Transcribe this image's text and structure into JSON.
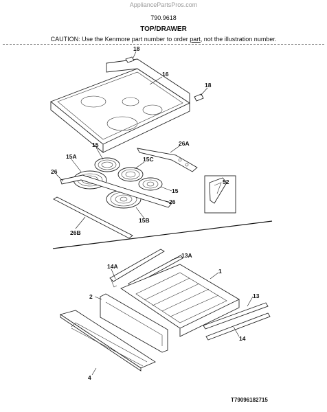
{
  "header": {
    "site": "AppliancePartsPros.com",
    "model_number": "790.9618",
    "section_title": "TOP/DRAWER",
    "caution_prefix": "CAUTION: Use the Kenmore part number to order ",
    "caution_link": "part",
    "caution_suffix": ", not the illustration number."
  },
  "callouts": {
    "c18a": "18",
    "c16": "16",
    "c18b": "18",
    "c26a": "26A",
    "c15a": "15",
    "c15A": "15A",
    "c15c": "15C",
    "c26a_left": "26",
    "c15b_right": "15",
    "c26_right": "26",
    "c52": "52",
    "c15b": "15B",
    "c26b": "26B",
    "c14a": "14A",
    "c13a": "13A",
    "c1": "1",
    "c2": "2",
    "c13": "13",
    "c14": "14",
    "c4": "4"
  },
  "footer": {
    "reference_code": "T79096182715"
  }
}
